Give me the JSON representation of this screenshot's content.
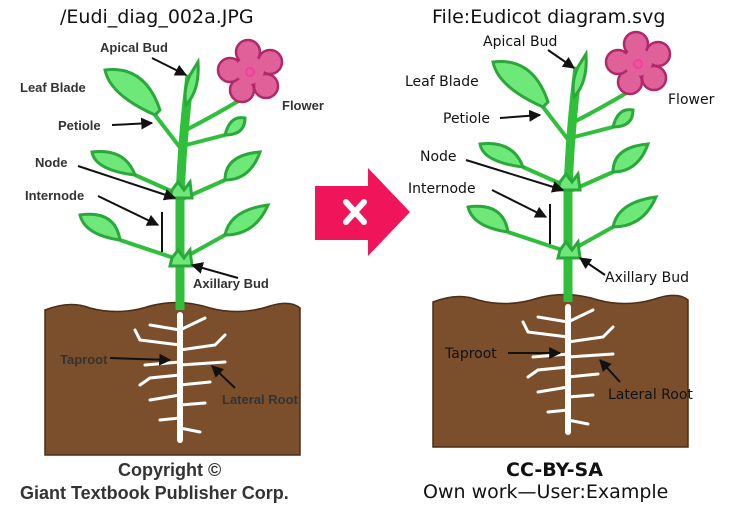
{
  "left": {
    "title": "/Eudi_diag_002a.JPG",
    "labels": {
      "apical_bud": "Apical Bud",
      "leaf_blade": "Leaf Blade",
      "flower": "Flower",
      "petiole": "Petiole",
      "node": "Node",
      "internode": "Internode",
      "axillary_bud": "Axillary Bud",
      "taproot": "Taproot",
      "lateral_root": "Lateral Root"
    },
    "caption_line1": "Copyright ©",
    "caption_line2": "Giant Textbook Publisher Corp."
  },
  "arrow": {
    "icon": "x-mark-icon",
    "color": "#f0145a"
  },
  "right": {
    "title": "File:Eudicot diagram.svg",
    "labels": {
      "apical_bud": "Apical Bud",
      "leaf_blade": "Leaf Blade",
      "flower": "Flower",
      "petiole": "Petiole",
      "node": "Node",
      "internode": "Internode",
      "axillary_bud": "Axillary Bud",
      "taproot": "Taproot",
      "lateral_root": "Lateral Root"
    },
    "caption_line1": "CC-BY-SA",
    "caption_line2": "Own work—User:Example"
  },
  "colors": {
    "leaf": "#6fe87a",
    "leaf_outline": "#2aa83a",
    "stem": "#2fbf3a",
    "soil": "#7b4f2c",
    "flower": "#e0609a",
    "flower_outline": "#b0286a"
  }
}
